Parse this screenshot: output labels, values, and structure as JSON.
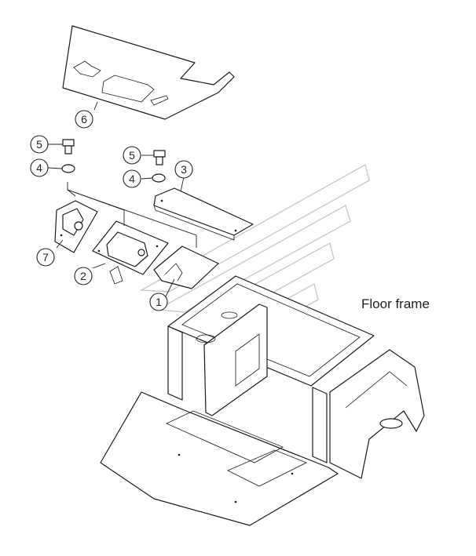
{
  "title": "Floor frame",
  "callouts": [
    {
      "id": "c1",
      "label": "1"
    },
    {
      "id": "c2",
      "label": "2"
    },
    {
      "id": "c3",
      "label": "3"
    },
    {
      "id": "c4a",
      "label": "4"
    },
    {
      "id": "c4b",
      "label": "4"
    },
    {
      "id": "c5a",
      "label": "5"
    },
    {
      "id": "c5b",
      "label": "5"
    },
    {
      "id": "c6",
      "label": "6"
    },
    {
      "id": "c7",
      "label": "7"
    }
  ]
}
